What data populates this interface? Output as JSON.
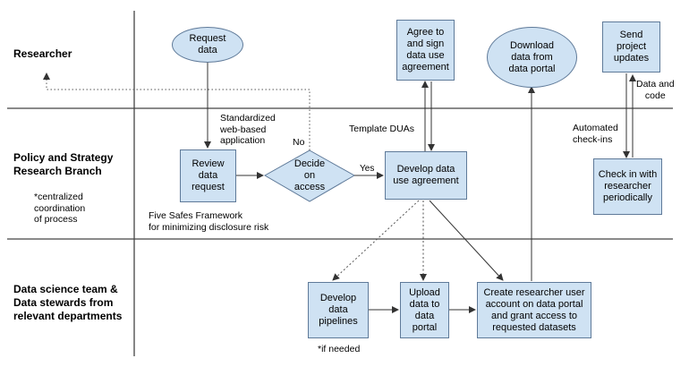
{
  "colors": {
    "box_fill": "#cfe2f3",
    "box_border": "#5f7a99",
    "line": "#555555"
  },
  "lanes": {
    "researcher": "Researcher",
    "policy": "Policy and Strategy\nResearch Branch",
    "policy_note": "*centralized\ncoordination\nof process",
    "data_team": "Data science team &\nData stewards from\nrelevant departments"
  },
  "nodes": {
    "request_data": "Request\ndata",
    "agree_sign": "Agree to\nand sign\ndata use\nagreement",
    "download": "Download\ndata from\ndata portal",
    "send_updates": "Send\nproject\nupdates",
    "review": "Review\ndata\nrequest",
    "decide": "Decide\non\naccess",
    "develop_dua": "Develop data\nuse agreement",
    "check_in": "Check in with\nresearcher\nperiodically",
    "pipelines": "Develop\ndata\npipelines",
    "upload": "Upload\ndata to\ndata\nportal",
    "create_account": "Create researcher user\naccount on data portal\nand grant access to\nrequested datasets"
  },
  "annotations": {
    "standardized": "Standardized\nweb-based\napplication",
    "no": "No",
    "template_duas": "Template DUAs",
    "yes": "Yes",
    "automated": "Automated\ncheck-ins",
    "data_code": "Data and\ncode",
    "five_safes": "Five Safes Framework\nfor minimizing disclosure risk",
    "if_needed": "*if needed"
  }
}
